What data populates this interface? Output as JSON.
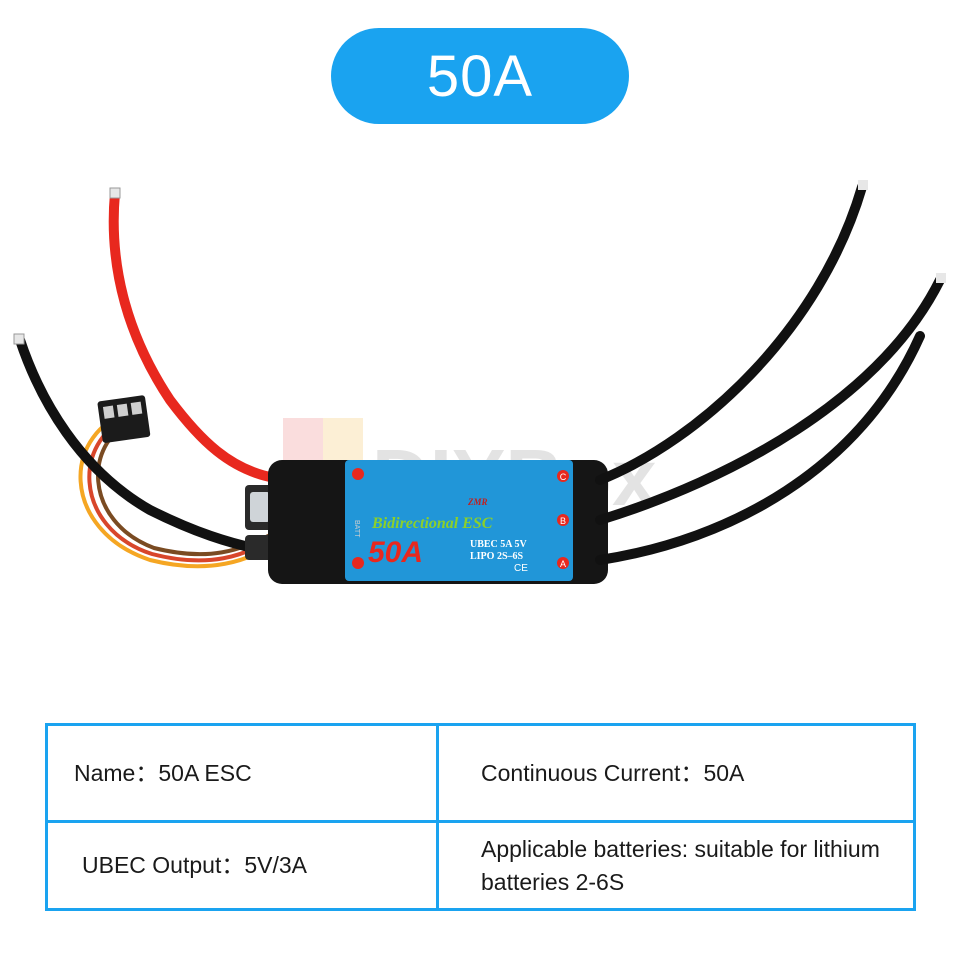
{
  "header": {
    "title": "50A"
  },
  "product": {
    "esc_label": "Bidirectional ESC",
    "esc_rating": "50A",
    "ubec_text": "UBEC 5A 5V",
    "lipo_text": "LIPO 2S–6S",
    "batt_label": "BATT",
    "cert_text": "CE",
    "brand_mark": "ZMR",
    "watermark": "DIYBox",
    "pad_labels": [
      "C",
      "B",
      "A"
    ],
    "colors": {
      "esc_body": "#2196d8",
      "wire_red": "#e8281e",
      "wire_black": "#111111",
      "signal_orange": "#f5a623"
    }
  },
  "specs": {
    "name_label": "Name：",
    "name_value": "50A ESC",
    "current_label": "Continuous Current：",
    "current_value": "50A",
    "ubec_label": "UBEC Output：",
    "ubec_value": "5V/3A",
    "battery_label": "Applicable batteries: ",
    "battery_value": "suitable for lithium batteries 2-6S"
  }
}
